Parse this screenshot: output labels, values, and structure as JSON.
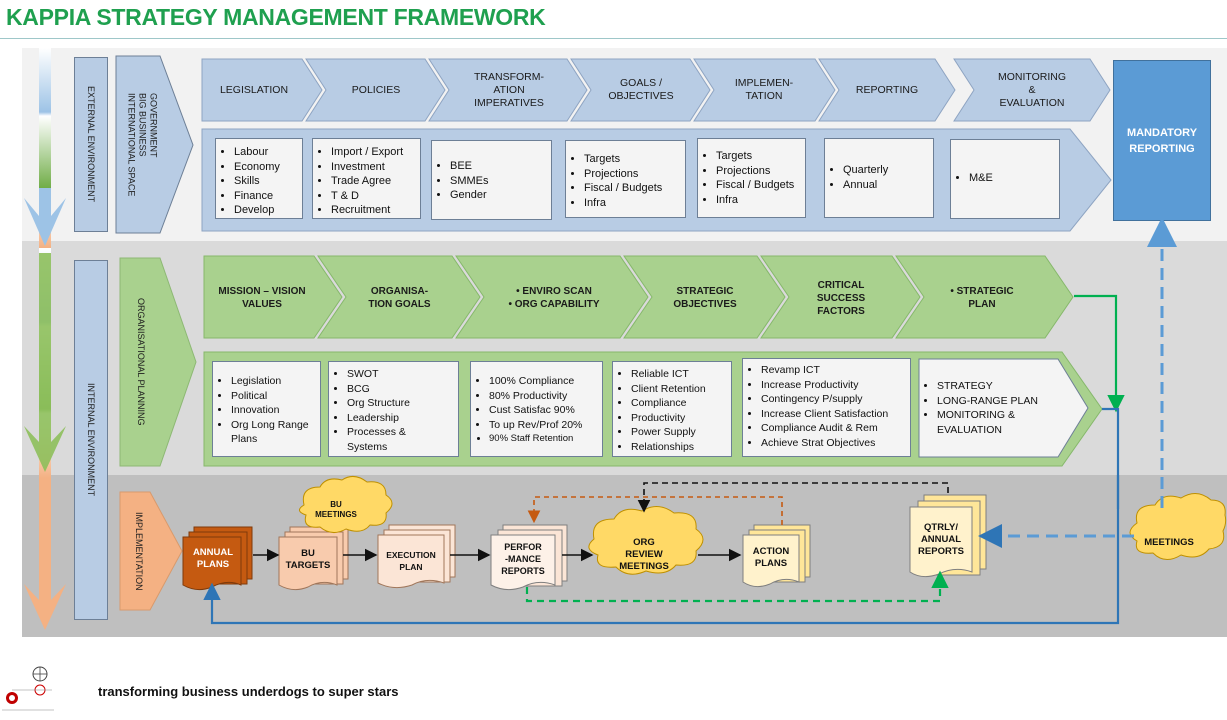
{
  "title": "KAPPIA STRATEGY MANAGEMENT FRAMEWORK",
  "footer": {
    "tagline": "transforming business underdogs to super stars"
  },
  "external": {
    "side_label": "EXTERNAL ENVIRONMENT",
    "stakeholders": [
      "GOVERNMENT",
      "BIG BUSINESS",
      "INTERNATIONAL SPACE"
    ],
    "steps": [
      "LEGISLATION",
      "POLICIES",
      "TRANSFORM-\nATION\nIMPERATIVES",
      "GOALS /\nOBJECTIVES",
      "IMPLEMEN-\nTATION",
      "REPORTING",
      "MONITORING\n&\nEVALUATION"
    ],
    "details": [
      [
        "Labour",
        "Economy",
        "Skills",
        "Finance",
        "Develop"
      ],
      [
        "Import / Export",
        "Investment",
        "Trade Agree",
        "T & D",
        "Recruitment"
      ],
      [
        "BEE",
        "SMMEs",
        "Gender"
      ],
      [
        "Targets",
        "Projections",
        "Fiscal / Budgets",
        "Infra"
      ],
      [
        "Targets",
        "Projections",
        "Fiscal / Budgets",
        "Infra"
      ],
      [
        "Quarterly",
        "Annual"
      ],
      [
        "M&E"
      ]
    ],
    "mandatory": "MANDATORY\nREPORTING"
  },
  "internal": {
    "side_label": "INTERNAL ENVIRONMENT",
    "org_label": "ORGANISATIONAL PLANNING",
    "steps": [
      "MISSION – VISION\nVALUES",
      "ORGANISA-\nTION GOALS",
      "• ENVIRO SCAN\n• ORG CAPABILITY",
      "STRATEGIC\nOBJECTIVES",
      "CRITICAL\nSUCCESS\nFACTORS",
      "• STRATEGIC\nPLAN"
    ],
    "details": [
      [
        "Legislation",
        "Political",
        "Innovation",
        "Org Long Range\nPlans"
      ],
      [
        "SWOT",
        "BCG",
        "Org Structure",
        "Leadership",
        "Processes &\nSystems"
      ],
      [
        "100% Compliance",
        "80% Productivity",
        "Cust Satisfac 90%",
        "To up Rev/Prof 20%",
        "90% Staff Retention"
      ],
      [
        "Reliable ICT",
        "Client Retention",
        "Compliance",
        "Productivity",
        "Power Supply",
        "Relationships"
      ],
      [
        "Revamp ICT",
        "Increase Productivity",
        "Contingency P/supply",
        "Increase Client Satisfaction",
        "Compliance Audit & Rem",
        "Achieve Strat Objectives"
      ],
      [
        "STRATEGY",
        "LONG-RANGE PLAN",
        "MONITORING &\nEVALUATION"
      ]
    ]
  },
  "implementation": {
    "label": "IMPLEMENTATION",
    "annual_plans": "ANNUAL\nPLANS",
    "bu_targets": "BU\nTARGETS",
    "bu_meetings": "BU\nMEETINGS",
    "execution_plan": "EXECUTION\nPLAN",
    "performance_reports": "PERFOR\n-MANCE\nREPORTS",
    "org_review": "ORG\nREVIEW\nMEETINGS",
    "action_plans": "ACTION\nPLANS",
    "qtrly_reports": "QTRLY/\nANNUAL\nREPORTS",
    "meetings": "MEETINGS"
  },
  "colors": {
    "title_green": "#1fa04f",
    "external_blue": "#b8cce4",
    "internal_green": "#a9d18e",
    "implementation_orange": "#f4b183",
    "mandatory_blue": "#5b9bd5",
    "cloud_yellow": "#ffd966",
    "annual_plans_brown": "#c55a11",
    "flow_blue": "#2e75b6",
    "flow_green": "#00b050"
  },
  "icons": [
    "down-arrow-icon",
    "logo-icon"
  ]
}
